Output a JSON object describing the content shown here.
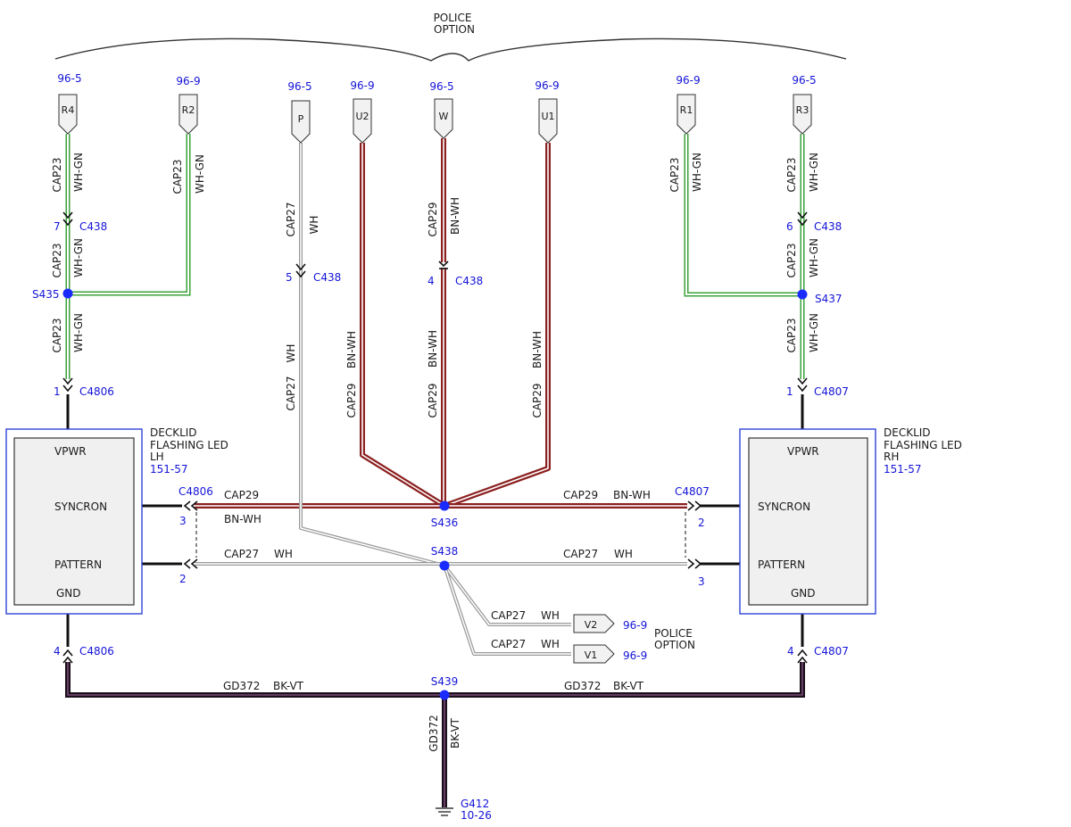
{
  "colors": {
    "blue_text": "#1414d8",
    "module_border": "#2f45d8",
    "wire_bn_wh": "#8c2020",
    "wire_wh_gn": "#3aa33a",
    "wire_bk_vt": "#3a1a3a",
    "wire_wh": "#9a9a9a",
    "splice": "#1a2bff"
  },
  "header": {
    "line1": "POLICE",
    "line2": "OPTION"
  },
  "connectors_top": {
    "r4": {
      "pin": "R4",
      "ref": "96-5"
    },
    "r2": {
      "pin": "R2",
      "ref": "96-9"
    },
    "p": {
      "pin": "P",
      "ref": "96-5"
    },
    "u2": {
      "pin": "U2",
      "ref": "96-9"
    },
    "w": {
      "pin": "W",
      "ref": "96-5"
    },
    "u1": {
      "pin": "U1",
      "ref": "96-9"
    },
    "r1": {
      "pin": "R1",
      "ref": "96-9"
    },
    "r3": {
      "pin": "R3",
      "ref": "96-5"
    }
  },
  "circuits": {
    "cap23": "CAP23",
    "wh_gn": "WH-GN",
    "cap27": "CAP27",
    "wh": "WH",
    "cap29": "CAP29",
    "bn_wh": "BN-WH",
    "gd372": "GD372",
    "bk_vt": "BK-VT"
  },
  "inline_connectors": {
    "c438_7": {
      "pin": "7",
      "name": "C438"
    },
    "c438_5": {
      "pin": "5",
      "name": "C438"
    },
    "c438_4": {
      "pin": "4",
      "name": "C438"
    },
    "c438_6": {
      "pin": "6",
      "name": "C438"
    },
    "c4806_1": {
      "pin": "1",
      "name": "C4806"
    },
    "c4807_1": {
      "pin": "1",
      "name": "C4807"
    },
    "c4806_3": {
      "pin": "3",
      "name": "C4806"
    },
    "c4806_2": {
      "pin": "2"
    },
    "c4807_2": {
      "pin": "2",
      "name": "C4807"
    },
    "c4807_3": {
      "pin": "3"
    },
    "c4806_4": {
      "pin": "4",
      "name": "C4806"
    },
    "c4807_4": {
      "pin": "4",
      "name": "C4807"
    }
  },
  "splices": {
    "s435": "S435",
    "s437": "S437",
    "s436": "S436",
    "s438": "S438",
    "s439": "S439"
  },
  "module_lh": {
    "title1": "DECKLID",
    "title2": "FLASHING LED",
    "title3": "LH",
    "ref": "151-57",
    "vpwr": "VPWR",
    "syncron": "SYNCRON",
    "pattern": "PATTERN",
    "gnd": "GND"
  },
  "module_rh": {
    "title1": "DECKLID",
    "title2": "FLASHING LED",
    "title3": "RH",
    "ref": "151-57",
    "vpwr": "VPWR",
    "syncron": "SYNCRON",
    "pattern": "PATTERN",
    "gnd": "GND"
  },
  "police_out": {
    "v2": {
      "pin": "V2",
      "ref": "96-9"
    },
    "v1": {
      "pin": "V1",
      "ref": "96-9"
    },
    "label1": "POLICE",
    "label2": "OPTION"
  },
  "ground": {
    "name": "G412",
    "ref": "10-26"
  }
}
